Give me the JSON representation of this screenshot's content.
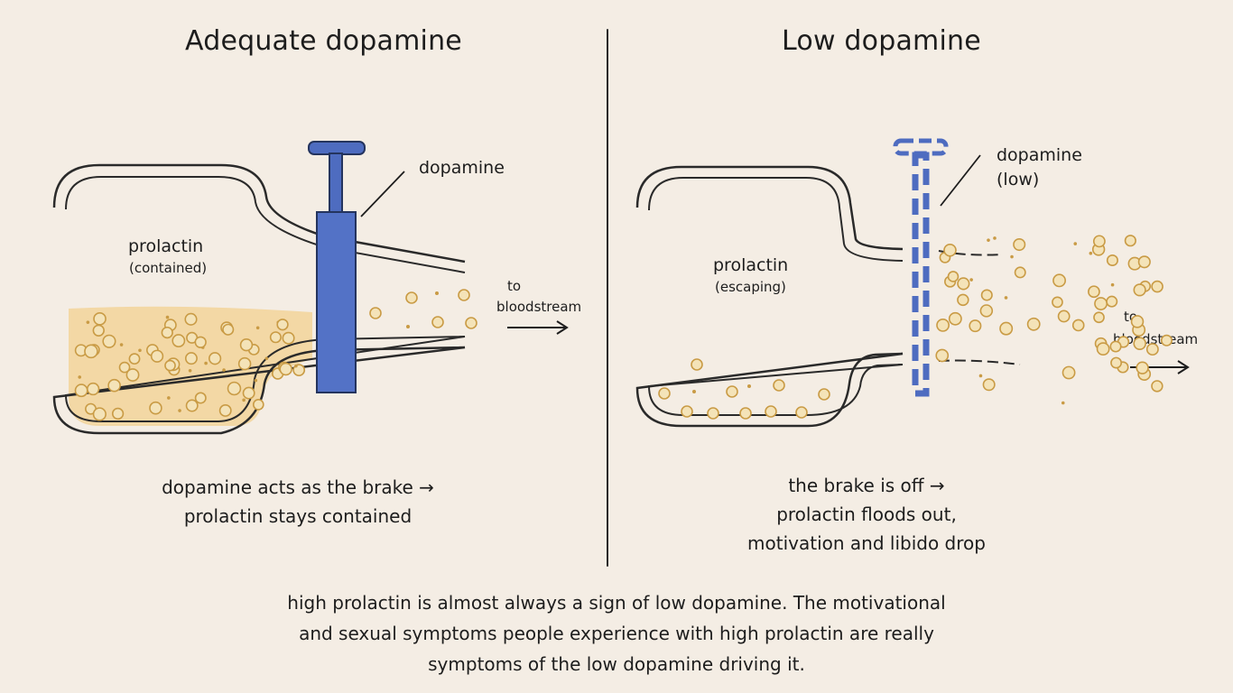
{
  "left": {
    "title": "Adequate dopamine",
    "hormone_label": "prolactin",
    "hormone_state": "(contained)",
    "pump_label": "dopamine",
    "outlet_label_1": "to",
    "outlet_label_2": "bloodstream",
    "caption_line1": "dopamine acts as the brake →",
    "caption_line2": "prolactin stays contained"
  },
  "right": {
    "title": "Low dopamine",
    "hormone_label": "prolactin",
    "hormone_state": "(escaping)",
    "pump_label_1": "dopamine",
    "pump_label_2": "(low)",
    "outlet_label_1": "to",
    "outlet_label_2": "bloodstream",
    "caption_line1": "the brake is off →",
    "caption_line2": "prolactin floods out,",
    "caption_line3": "motivation and libido drop"
  },
  "footer": {
    "line1": "high prolactin is almost always a sign of low dopamine. The motivational",
    "line2": "and sexual symptoms people experience with high prolactin are really",
    "line3": "symptoms of the low dopamine driving it."
  },
  "colors": {
    "background": "#f4ede4",
    "dopamine_blue": "#4e6cc0",
    "prolactin_fill": "#f2d49a",
    "prolactin_particle": "#c99b45",
    "outline": "#2a2a2a"
  }
}
